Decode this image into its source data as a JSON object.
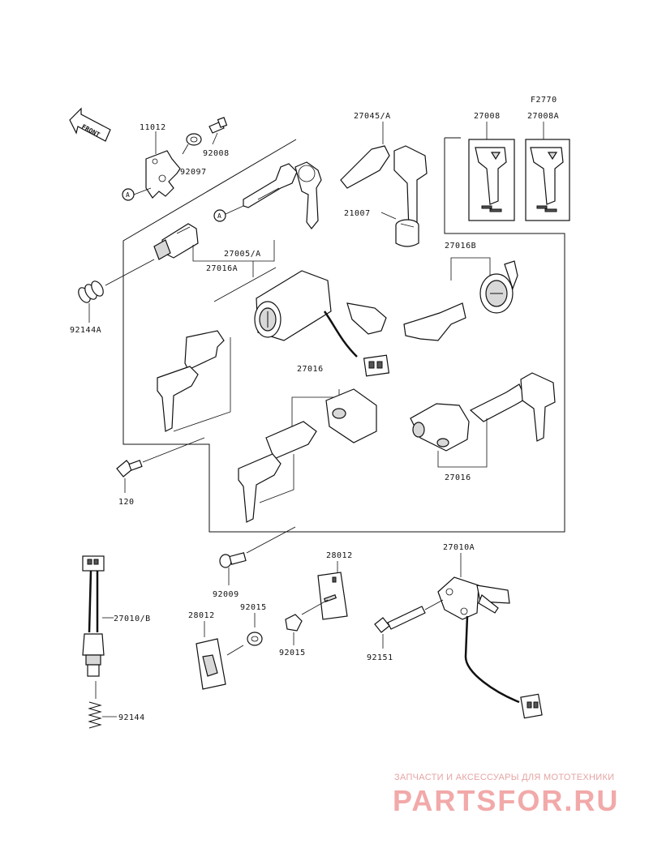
{
  "front_arrow_label": "FRONT",
  "figure_code": "F2770",
  "callout_letter": "A",
  "part_labels": {
    "p11012": "11012",
    "p92008": "92008",
    "p92097": "92097",
    "p27045A": "27045/A",
    "p21007": "21007",
    "p27008": "27008",
    "p27008A": "27008A",
    "p27016A": "27016A",
    "p27005A": "27005/A",
    "p27016B": "27016B",
    "p92144A": "92144A",
    "p27016_top": "27016",
    "p27016_right": "27016",
    "p120": "120",
    "p92009": "92009",
    "p28012_right": "28012",
    "p28012_left": "28012",
    "p92015_top": "92015",
    "p92015_bottom": "92015",
    "p27010A": "27010A",
    "p27010B": "27010/B",
    "p92151": "92151",
    "p92144": "92144"
  },
  "watermark": {
    "subtitle": "ЗАПЧАСТИ И АКСЕССУАРЫ ДЛЯ МОТОТЕХНИКИ",
    "brand": "PARTSFOR.RU",
    "color": "#f2a9a9"
  }
}
